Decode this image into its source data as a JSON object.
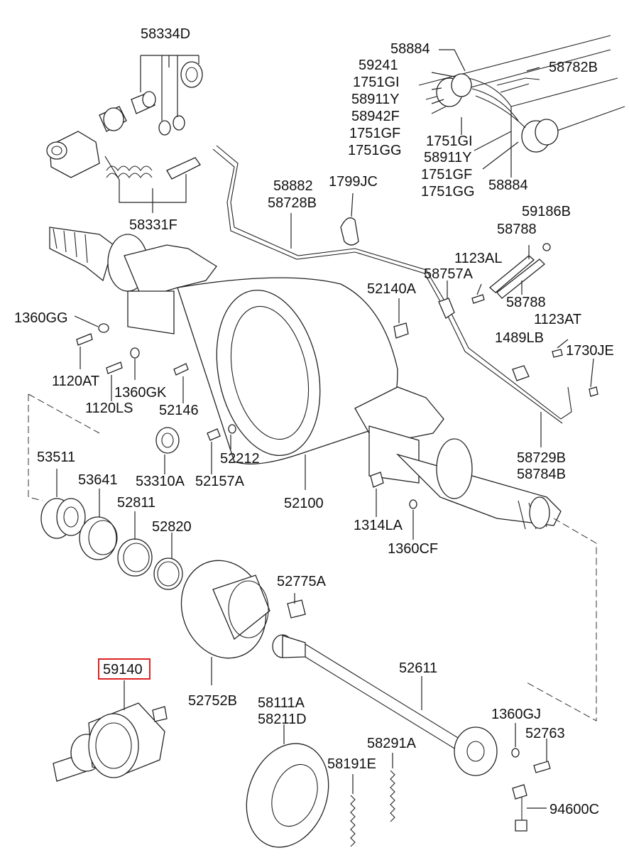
{
  "highlight_color": "#dd2222",
  "highlighted_part": "59140",
  "labels": [
    {
      "id": "l1",
      "text": "58334D"
    },
    {
      "id": "l2",
      "text": "58331F"
    },
    {
      "id": "l3",
      "text": "58884"
    },
    {
      "id": "l4",
      "text": "59241"
    },
    {
      "id": "l5",
      "text": "1751GI"
    },
    {
      "id": "l6",
      "text": "58911Y"
    },
    {
      "id": "l7",
      "text": "58942F"
    },
    {
      "id": "l8",
      "text": "1751GF"
    },
    {
      "id": "l9",
      "text": "1751GG"
    },
    {
      "id": "l10",
      "text": "58782B"
    },
    {
      "id": "l11",
      "text": "1751GI"
    },
    {
      "id": "l12",
      "text": "58911Y"
    },
    {
      "id": "l13",
      "text": "1751GF"
    },
    {
      "id": "l14",
      "text": "1751GG"
    },
    {
      "id": "l15",
      "text": "58884"
    },
    {
      "id": "l16",
      "text": "58882"
    },
    {
      "id": "l17",
      "text": "58728B"
    },
    {
      "id": "l18",
      "text": "1799JC"
    },
    {
      "id": "l19",
      "text": "59186B"
    },
    {
      "id": "l20",
      "text": "58788"
    },
    {
      "id": "l21",
      "text": "1123AL"
    },
    {
      "id": "l22",
      "text": "58757A"
    },
    {
      "id": "l23",
      "text": "52140A"
    },
    {
      "id": "l24",
      "text": "58788"
    },
    {
      "id": "l25",
      "text": "1123AT"
    },
    {
      "id": "l26",
      "text": "1489LB"
    },
    {
      "id": "l27",
      "text": "1730JE"
    },
    {
      "id": "l28",
      "text": "1360GG"
    },
    {
      "id": "l29",
      "text": "1120AT"
    },
    {
      "id": "l30",
      "text": "1360GK"
    },
    {
      "id": "l31",
      "text": "1120LS"
    },
    {
      "id": "l32",
      "text": "52146"
    },
    {
      "id": "l33",
      "text": "58729B"
    },
    {
      "id": "l34",
      "text": "58784B"
    },
    {
      "id": "l35",
      "text": "53511"
    },
    {
      "id": "l36",
      "text": "53641"
    },
    {
      "id": "l37",
      "text": "53310A"
    },
    {
      "id": "l38",
      "text": "52212"
    },
    {
      "id": "l39",
      "text": "52157A"
    },
    {
      "id": "l40",
      "text": "52811"
    },
    {
      "id": "l41",
      "text": "52820"
    },
    {
      "id": "l42",
      "text": "52100"
    },
    {
      "id": "l43",
      "text": "1314LA"
    },
    {
      "id": "l44",
      "text": "1360CF"
    },
    {
      "id": "l45",
      "text": "52775A"
    },
    {
      "id": "l46",
      "text": "59140"
    },
    {
      "id": "l47",
      "text": "52752B"
    },
    {
      "id": "l48",
      "text": "52611"
    },
    {
      "id": "l49",
      "text": "58111A"
    },
    {
      "id": "l50",
      "text": "58211D"
    },
    {
      "id": "l51",
      "text": "1360GJ"
    },
    {
      "id": "l52",
      "text": "52763"
    },
    {
      "id": "l53",
      "text": "58291A"
    },
    {
      "id": "l54",
      "text": "58191E"
    },
    {
      "id": "l55",
      "text": "94600C"
    }
  ]
}
